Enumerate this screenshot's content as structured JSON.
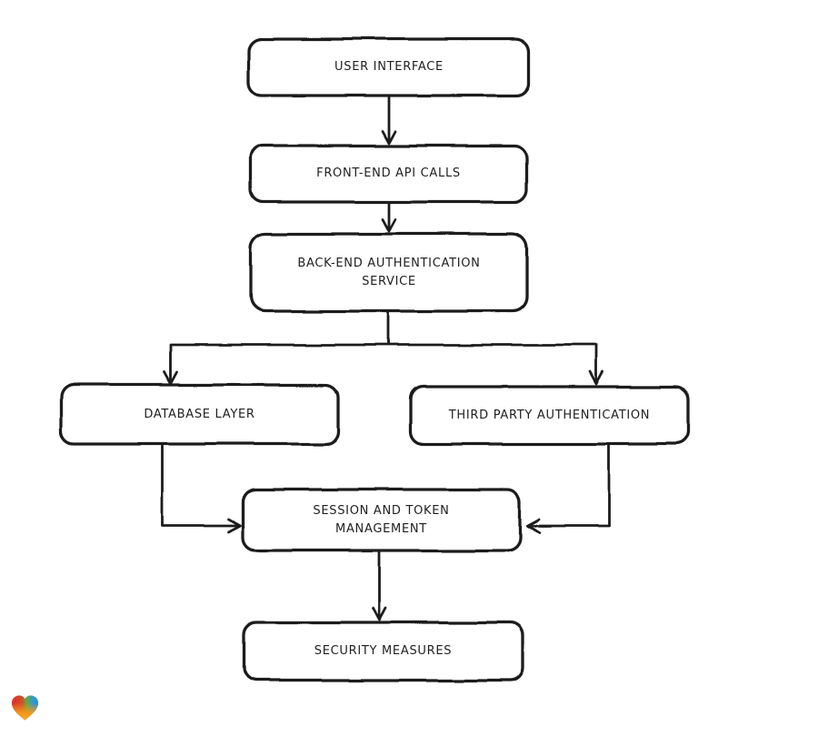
{
  "page": {
    "background": "#ffffff"
  },
  "diagram": {
    "type": "flowchart",
    "direction": "top-down",
    "stroke_color": "#1d1d1d",
    "node_fill": "#ffffff",
    "text_color": "#1f1f1f",
    "nodes": [
      {
        "id": "user-interface",
        "label": "USER INTERFACE"
      },
      {
        "id": "front-end-api-calls",
        "label": "FRONT-END API CALLS"
      },
      {
        "id": "back-end-authentication-service",
        "label": "BACK-END AUTHENTICATION\nSERVICE"
      },
      {
        "id": "database-layer",
        "label": "DATABASE LAYER"
      },
      {
        "id": "third-party-authentication",
        "label": "THIRD PARTY AUTHENTICATION"
      },
      {
        "id": "session-and-token-management",
        "label": "SESSION AND TOKEN\nMANAGEMENT"
      },
      {
        "id": "security-measures",
        "label": "SECURITY MEASURES"
      }
    ],
    "edges": [
      {
        "from": "user-interface",
        "to": "front-end-api-calls"
      },
      {
        "from": "front-end-api-calls",
        "to": "back-end-authentication-service"
      },
      {
        "from": "back-end-authentication-service",
        "to": "database-layer"
      },
      {
        "from": "back-end-authentication-service",
        "to": "third-party-authentication"
      },
      {
        "from": "database-layer",
        "to": "session-and-token-management"
      },
      {
        "from": "third-party-authentication",
        "to": "session-and-token-management"
      },
      {
        "from": "session-and-token-management",
        "to": "security-measures"
      }
    ]
  },
  "logo": {
    "name": "heart-logo",
    "colors": [
      "#e42f28",
      "#69a73c",
      "#2e9ad2",
      "#f6991a"
    ]
  }
}
